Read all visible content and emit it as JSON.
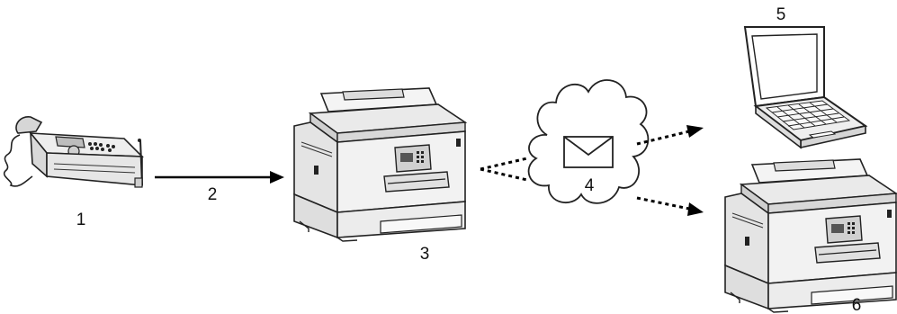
{
  "diagram": {
    "labels": {
      "fax_machine": "1",
      "fax_transmission": "2",
      "receiving_machine": "3",
      "internet_cloud": "4",
      "computer": "5",
      "forwarding_machine": "6"
    },
    "icons": {
      "fax_machine": "fax-machine-icon",
      "printer": "multifunction-printer-icon",
      "cloud": "cloud-icon",
      "envelope": "envelope-icon",
      "laptop": "laptop-icon"
    }
  }
}
